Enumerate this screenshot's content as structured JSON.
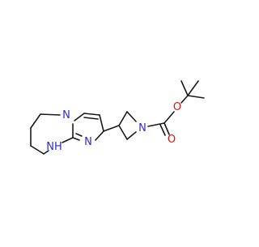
{
  "molecule": {
    "atoms": {
      "nitrogen_ring_junction": "N",
      "nitrogen_imidazole": "N",
      "nitrogen_amine": "NH",
      "nitrogen_azetidine": "N",
      "oxygen_carbonyl": "O",
      "oxygen_ester": "O"
    }
  },
  "colors": {
    "bond": "#1a1a1a",
    "nitrogen": "#2b2bd6",
    "oxygen": "#e01010",
    "background": "#ffffff"
  }
}
